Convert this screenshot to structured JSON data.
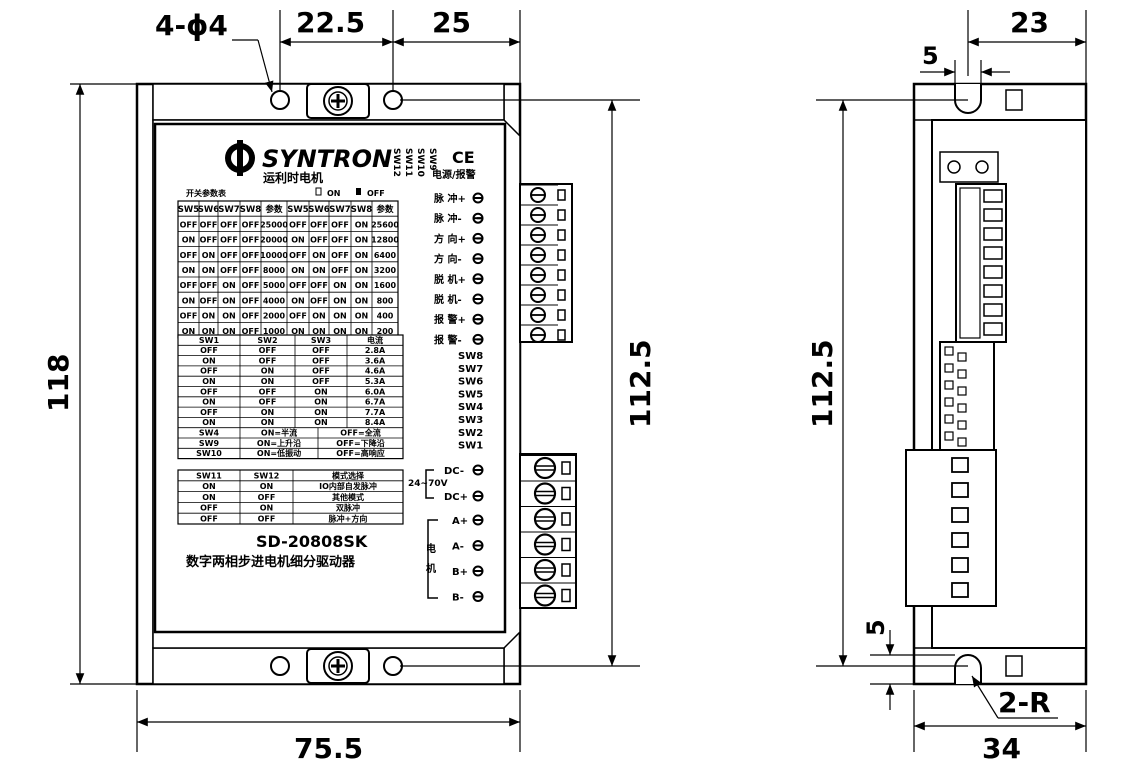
{
  "dimensions": {
    "holes": "4-ϕ4",
    "hole_spacing": "22.5",
    "hole_to_edge": "25",
    "overall_height": "118",
    "hole_pitch_front": "112.5",
    "overall_width": "75.5",
    "side_depth_top": "23",
    "side_slot": "5",
    "hole_pitch_side": "112.5",
    "side_slot_bottom": "5",
    "side_radius": "2-R",
    "side_depth": "34"
  },
  "label": {
    "brand": "SYNTRON",
    "brand_cn": "运利时电机",
    "model": "SD-20808SK",
    "subtitle": "数字两相步进电机细分驱动器",
    "ce_mark": "CE",
    "power_alarm": "电源/报警",
    "sw_top": [
      "SW12",
      "SW11",
      "SW10",
      "SW9"
    ]
  },
  "table1": {
    "title": "开关参数表",
    "on_legend": "ON",
    "off_legend": "OFF",
    "headers": [
      "SW5",
      "SW6",
      "SW7",
      "SW8",
      "参数",
      "SW5",
      "SW6",
      "SW7",
      "SW8",
      "参数"
    ],
    "rows": [
      [
        "OFF",
        "OFF",
        "OFF",
        "OFF",
        "25000",
        "OFF",
        "OFF",
        "OFF",
        "ON",
        "25600"
      ],
      [
        "ON",
        "OFF",
        "OFF",
        "OFF",
        "20000",
        "ON",
        "OFF",
        "OFF",
        "ON",
        "12800"
      ],
      [
        "OFF",
        "ON",
        "OFF",
        "OFF",
        "10000",
        "OFF",
        "ON",
        "OFF",
        "ON",
        "6400"
      ],
      [
        "ON",
        "ON",
        "OFF",
        "OFF",
        "8000",
        "ON",
        "ON",
        "OFF",
        "ON",
        "3200"
      ],
      [
        "OFF",
        "OFF",
        "ON",
        "OFF",
        "5000",
        "OFF",
        "OFF",
        "ON",
        "ON",
        "1600"
      ],
      [
        "ON",
        "OFF",
        "ON",
        "OFF",
        "4000",
        "ON",
        "OFF",
        "ON",
        "ON",
        "800"
      ],
      [
        "OFF",
        "ON",
        "ON",
        "OFF",
        "2000",
        "OFF",
        "ON",
        "ON",
        "ON",
        "400"
      ],
      [
        "ON",
        "ON",
        "ON",
        "OFF",
        "1000",
        "ON",
        "ON",
        "ON",
        "ON",
        "200"
      ]
    ]
  },
  "table2": {
    "headers": [
      "SW1",
      "SW2",
      "SW3",
      "电流"
    ],
    "rows": [
      [
        "OFF",
        "OFF",
        "OFF",
        "2.8A"
      ],
      [
        "ON",
        "OFF",
        "OFF",
        "3.6A"
      ],
      [
        "OFF",
        "ON",
        "OFF",
        "4.6A"
      ],
      [
        "ON",
        "ON",
        "OFF",
        "5.3A"
      ],
      [
        "OFF",
        "OFF",
        "ON",
        "6.0A"
      ],
      [
        "ON",
        "OFF",
        "ON",
        "6.7A"
      ],
      [
        "OFF",
        "ON",
        "ON",
        "7.7A"
      ],
      [
        "ON",
        "ON",
        "ON",
        "8.4A"
      ]
    ],
    "extra": [
      [
        "SW4",
        "ON=半流",
        "OFF=全流"
      ],
      [
        "SW9",
        "ON=上升沿",
        "OFF=下降沿"
      ],
      [
        "SW10",
        "ON=低振动",
        "OFF=高响应"
      ]
    ]
  },
  "table3": {
    "headers": [
      "SW11",
      "SW12",
      "模式选择"
    ],
    "rows": [
      [
        "ON",
        "ON",
        "IO内部自发脉冲"
      ],
      [
        "ON",
        "OFF",
        "其他模式"
      ],
      [
        "OFF",
        "ON",
        "双脉冲"
      ],
      [
        "OFF",
        "OFF",
        "脉冲+方向"
      ]
    ]
  },
  "signal_terminals": [
    "脉 冲+",
    "脉 冲-",
    "方 向+",
    "方 向-",
    "脱 机+",
    "脱 机-",
    "报 警+",
    "报 警-"
  ],
  "switches": [
    "SW8",
    "SW7",
    "SW6",
    "SW5",
    "SW4",
    "SW3",
    "SW2",
    "SW1"
  ],
  "power": {
    "voltage": "24∼70V",
    "terminals": [
      "DC-",
      "DC+"
    ]
  },
  "motor": {
    "label_1": "电",
    "label_2": "机",
    "terminals": [
      "A+",
      "A-",
      "B+",
      "B-"
    ]
  }
}
